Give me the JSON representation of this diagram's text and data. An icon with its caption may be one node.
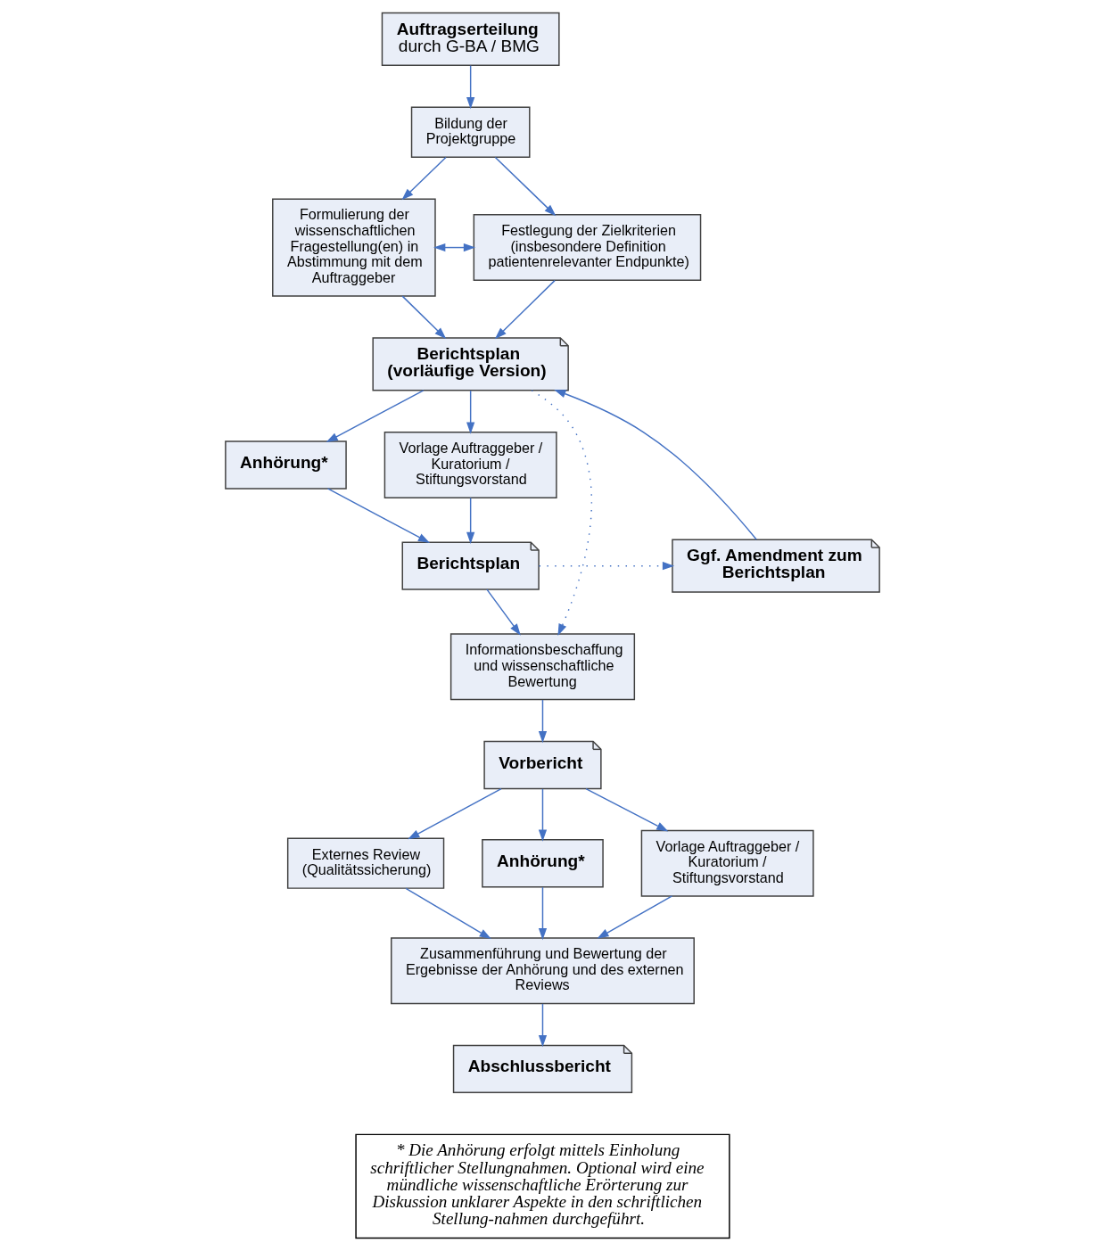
{
  "diagram": {
    "nodes": [
      {
        "text": [
          "Auftragserteilung",
          "durch G-BA / BMG"
        ]
      },
      {
        "text": [
          "Bildung der Projektgruppe"
        ]
      },
      {
        "text": [
          "Formulierung der wissenschaftlichen Fragestellung(en) in Abstimmung mit dem Auftraggeber"
        ]
      },
      {
        "text": [
          "Festlegung der Zielkriterien (insbesondere Definition patientenrelevanter Endpunkte)"
        ]
      },
      {
        "text": [
          "Berichtsplan (vorläufige Version)"
        ]
      },
      {
        "text": [
          "Anhörung*"
        ]
      },
      {
        "text": [
          "Vorlage Auftraggeber / Kuratorium / Stiftungsvorstand"
        ]
      },
      {
        "text": [
          "Berichtsplan"
        ]
      },
      {
        "text": [
          "Ggf. Amendment zum Berichtsplan"
        ]
      },
      {
        "text": [
          "Informationsbeschaffung und wissenschaftliche Bewertung"
        ]
      },
      {
        "text": [
          "Vorbericht"
        ]
      },
      {
        "text": [
          "Externes Review (Qualitätssicherung)"
        ]
      },
      {
        "text": [
          "Anhörung*"
        ]
      },
      {
        "text": [
          "Vorlage Auftraggeber / Kuratorium / Stiftungsvorstand"
        ]
      },
      {
        "text": [
          "Zusammenführung und Bewertung der Ergebnisse der Anhörung und des externen Reviews"
        ]
      },
      {
        "text": [
          "Abschlussbericht"
        ]
      },
      {
        "text": [
          "* Die Anhörung erfolgt mittels Einholung schriftlicher Stellungnahmen. Optional wird eine mündliche wissenschaftliche Erörterung zur Diskussion unklarer Aspekte in den schriftlichen Stellung-nahmen durchgeführt."
        ]
      }
    ],
    "edges": [
      {
        "from": 0,
        "to": 1,
        "arrow": "to"
      },
      {
        "from": 1,
        "to": 2,
        "arrow": "to"
      },
      {
        "from": 1,
        "to": 3,
        "arrow": "to"
      },
      {
        "from": 2,
        "to": 3,
        "arrow": "both"
      },
      {
        "from": 2,
        "to": 4,
        "arrow": "to"
      },
      {
        "from": 3,
        "to": 4,
        "arrow": "to"
      },
      {
        "from": 4,
        "to": 9,
        "arrow": "to",
        "style": "dashed"
      },
      {
        "from": 4,
        "to": 5,
        "arrow": "to"
      },
      {
        "from": 4,
        "to": 6,
        "arrow": "to"
      },
      {
        "from": 5,
        "to": 7,
        "arrow": "to"
      },
      {
        "from": 6,
        "to": 7,
        "arrow": "to"
      },
      {
        "from": 7,
        "to": 8,
        "arrow": "to",
        "style": "dashed"
      },
      {
        "from": 8,
        "to": 4,
        "arrow": "to"
      },
      {
        "from": 7,
        "to": 9,
        "arrow": "to"
      },
      {
        "from": 9,
        "to": 10,
        "arrow": "to"
      },
      {
        "from": 10,
        "to": 11,
        "arrow": "to"
      },
      {
        "from": 10,
        "to": 12,
        "arrow": "to"
      },
      {
        "from": 10,
        "to": 13,
        "arrow": "to"
      },
      {
        "from": 11,
        "to": 14,
        "arrow": "to"
      },
      {
        "from": 12,
        "to": 14,
        "arrow": "to"
      },
      {
        "from": 13,
        "to": 14,
        "arrow": "to"
      },
      {
        "from": 14,
        "to": 15,
        "arrow": "to"
      }
    ]
  }
}
